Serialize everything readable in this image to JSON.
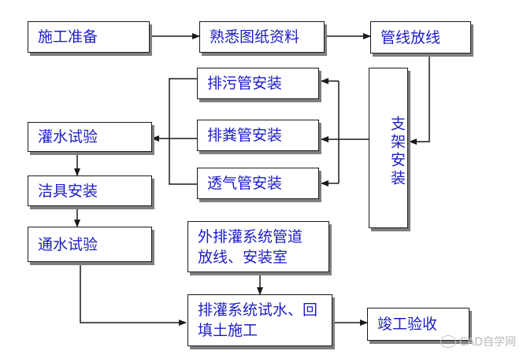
{
  "nodes": {
    "prep": "施工准备",
    "drawings": "熟悉图纸资料",
    "pipe_layout": "管线放线",
    "support_install": "支架安装",
    "sewage_pipe": "排污管安装",
    "feces_pipe": "排粪管安装",
    "vent_pipe": "透气管安装",
    "irrigation_test": "灌水试验",
    "fixtures": "洁具安装",
    "water_test": "通水试验",
    "external_drain": "外排灌系统管道\n放线、安装室",
    "drain_test_backfill": "排灌系统试水、回\n填土施工",
    "acceptance": "竣工验收"
  },
  "watermark": {
    "text": "CAD自学网",
    "icon": "wechat-icon"
  }
}
